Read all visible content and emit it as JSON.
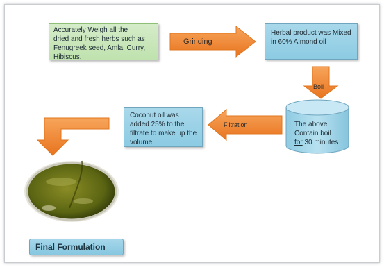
{
  "steps": {
    "weigh": {
      "line1": "Accurately Weigh all the",
      "line2_underlined": "dried",
      "line2_rest": " and fresh herbs such as",
      "line3": "Fenugreek seed, Amla, Curry,",
      "line4": "Hibiscus."
    },
    "mix": "Herbal product was Mixed in 60% Almond oil",
    "boil": {
      "line1": "The above",
      "line2": "Contain boil",
      "line3_underlined": "for",
      "line3_rest": " 30 minutes"
    },
    "coconut": "Coconut oil was added 25% to the filtrate to make up the volume.",
    "final": "Final Formulation"
  },
  "arrows": {
    "grinding": "Grinding",
    "boil": "Boil",
    "filtration": "Filtration"
  },
  "colors": {
    "arrow_orange": "#f0883a",
    "box_blue": "#94cfe6",
    "box_green": "#c8e6b8",
    "oil": "#4e5a12"
  }
}
